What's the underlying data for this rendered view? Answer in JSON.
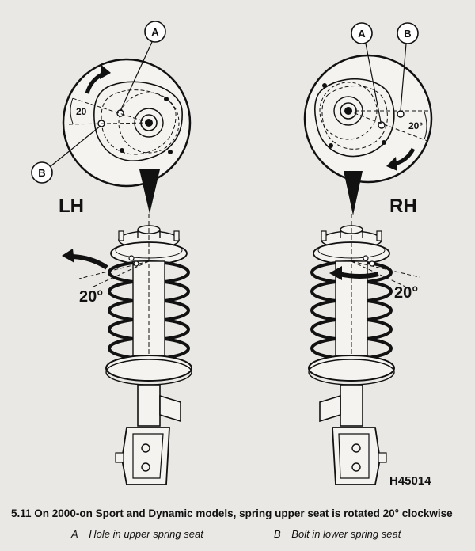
{
  "figure": {
    "id": "H45014",
    "left": {
      "side": "LH",
      "angle": "20°",
      "inset_angle": "20"
    },
    "right": {
      "side": "RH",
      "angle": "20°",
      "inset_angle": "20°"
    },
    "callouts": {
      "a": "A",
      "b": "B"
    }
  },
  "caption": {
    "number": "5.11",
    "text": "On 2000-on Sport and Dynamic models, spring upper seat is rotated 20° clockwise"
  },
  "legend": [
    {
      "key": "A",
      "text": "Hole in upper spring seat"
    },
    {
      "key": "B",
      "text": "Bolt in lower spring seat"
    }
  ]
}
